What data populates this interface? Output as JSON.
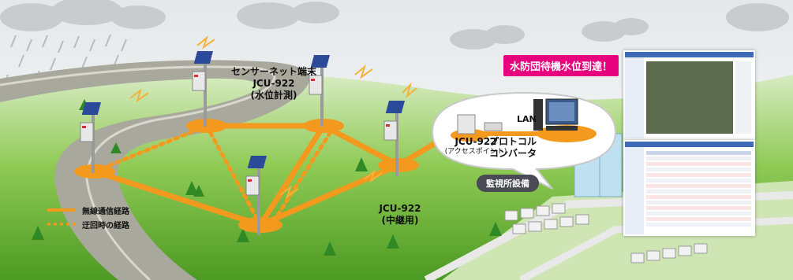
{
  "labels": {
    "sensor_line1": "センサーネット端末",
    "sensor_line2": "JCU-922",
    "sensor_line3": "(水位計測)",
    "relay_line1": "JCU-922",
    "relay_line2": "(中継用)",
    "ap_line1": "JCU-922",
    "ap_line2": "(アクセスポイント)",
    "protocol_line1": "プロトコル",
    "protocol_line2": "コンバータ",
    "lan": "LAN",
    "alert": "水防団待機水位到達！",
    "facility": "監視所設備"
  },
  "legend": {
    "wireless": "無線通信経路",
    "detour": "迂回時の経路"
  },
  "colors": {
    "route": "#f39a1e",
    "alert": "#e6007e",
    "badge": "#4a4a55",
    "grass": "#5aa829",
    "river": "#a8a89c"
  }
}
